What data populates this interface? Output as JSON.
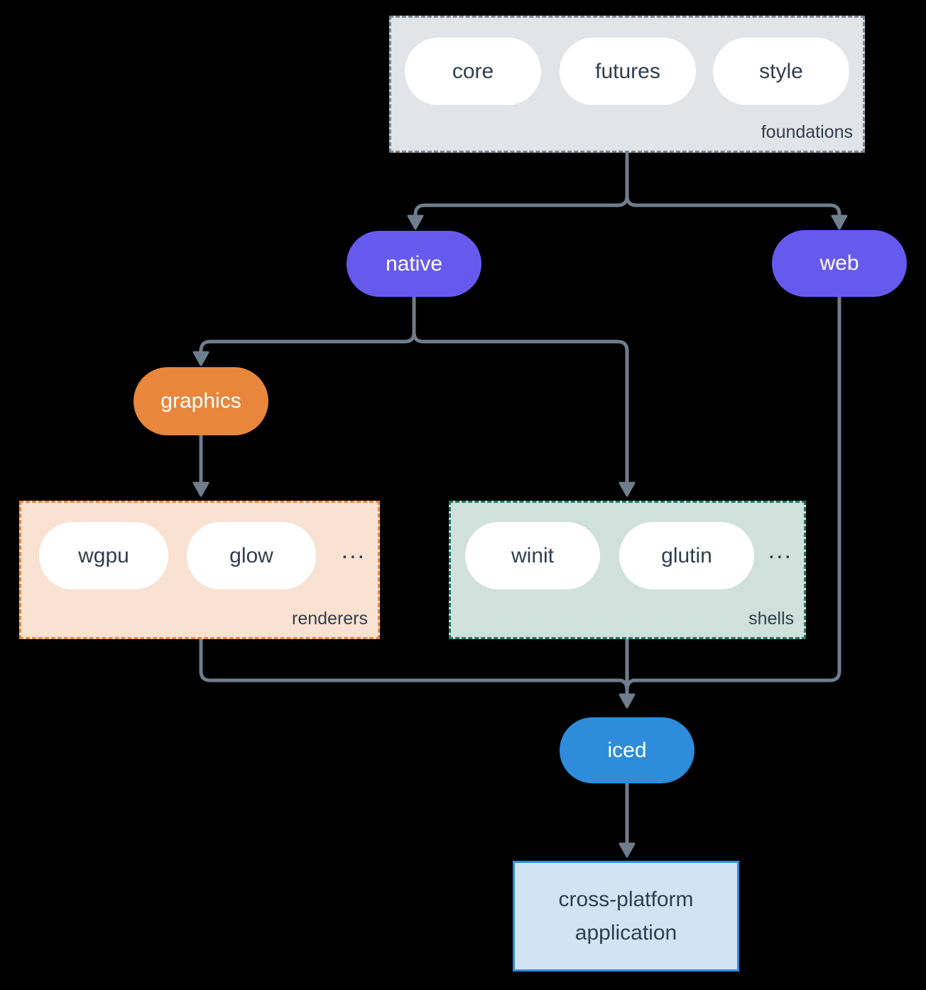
{
  "diagram": {
    "foundations": {
      "label": "foundations",
      "pills": [
        "core",
        "futures",
        "style"
      ]
    },
    "native": {
      "label": "native"
    },
    "web": {
      "label": "web"
    },
    "graphics": {
      "label": "graphics"
    },
    "renderers": {
      "label": "renderers",
      "pills": [
        "wgpu",
        "glow"
      ],
      "ellipsis": "..."
    },
    "shells": {
      "label": "shells",
      "pills": [
        "winit",
        "glutin"
      ],
      "ellipsis": "..."
    },
    "iced": {
      "label": "iced"
    },
    "application": {
      "label": "cross-platform application"
    }
  },
  "colors": {
    "background": "#000000",
    "arrow": "#6F7D8C",
    "foundations_fill": "#E2E5E8",
    "foundations_border": "#7A8794",
    "pill_fill": "#FFFFFF",
    "pill_text": "#2F3E4E",
    "native_web_fill": "#665AEE",
    "graphics_fill": "#E7863C",
    "renderers_fill": "#F9E2D2",
    "renderers_border": "#E7863C",
    "shells_fill": "#D0E0DA",
    "shells_border": "#1E7A68",
    "iced_fill": "#2E8CDB",
    "app_fill": "#D2E3F6",
    "app_border": "#2E8CDB",
    "light_text": "#FFFFFF"
  }
}
